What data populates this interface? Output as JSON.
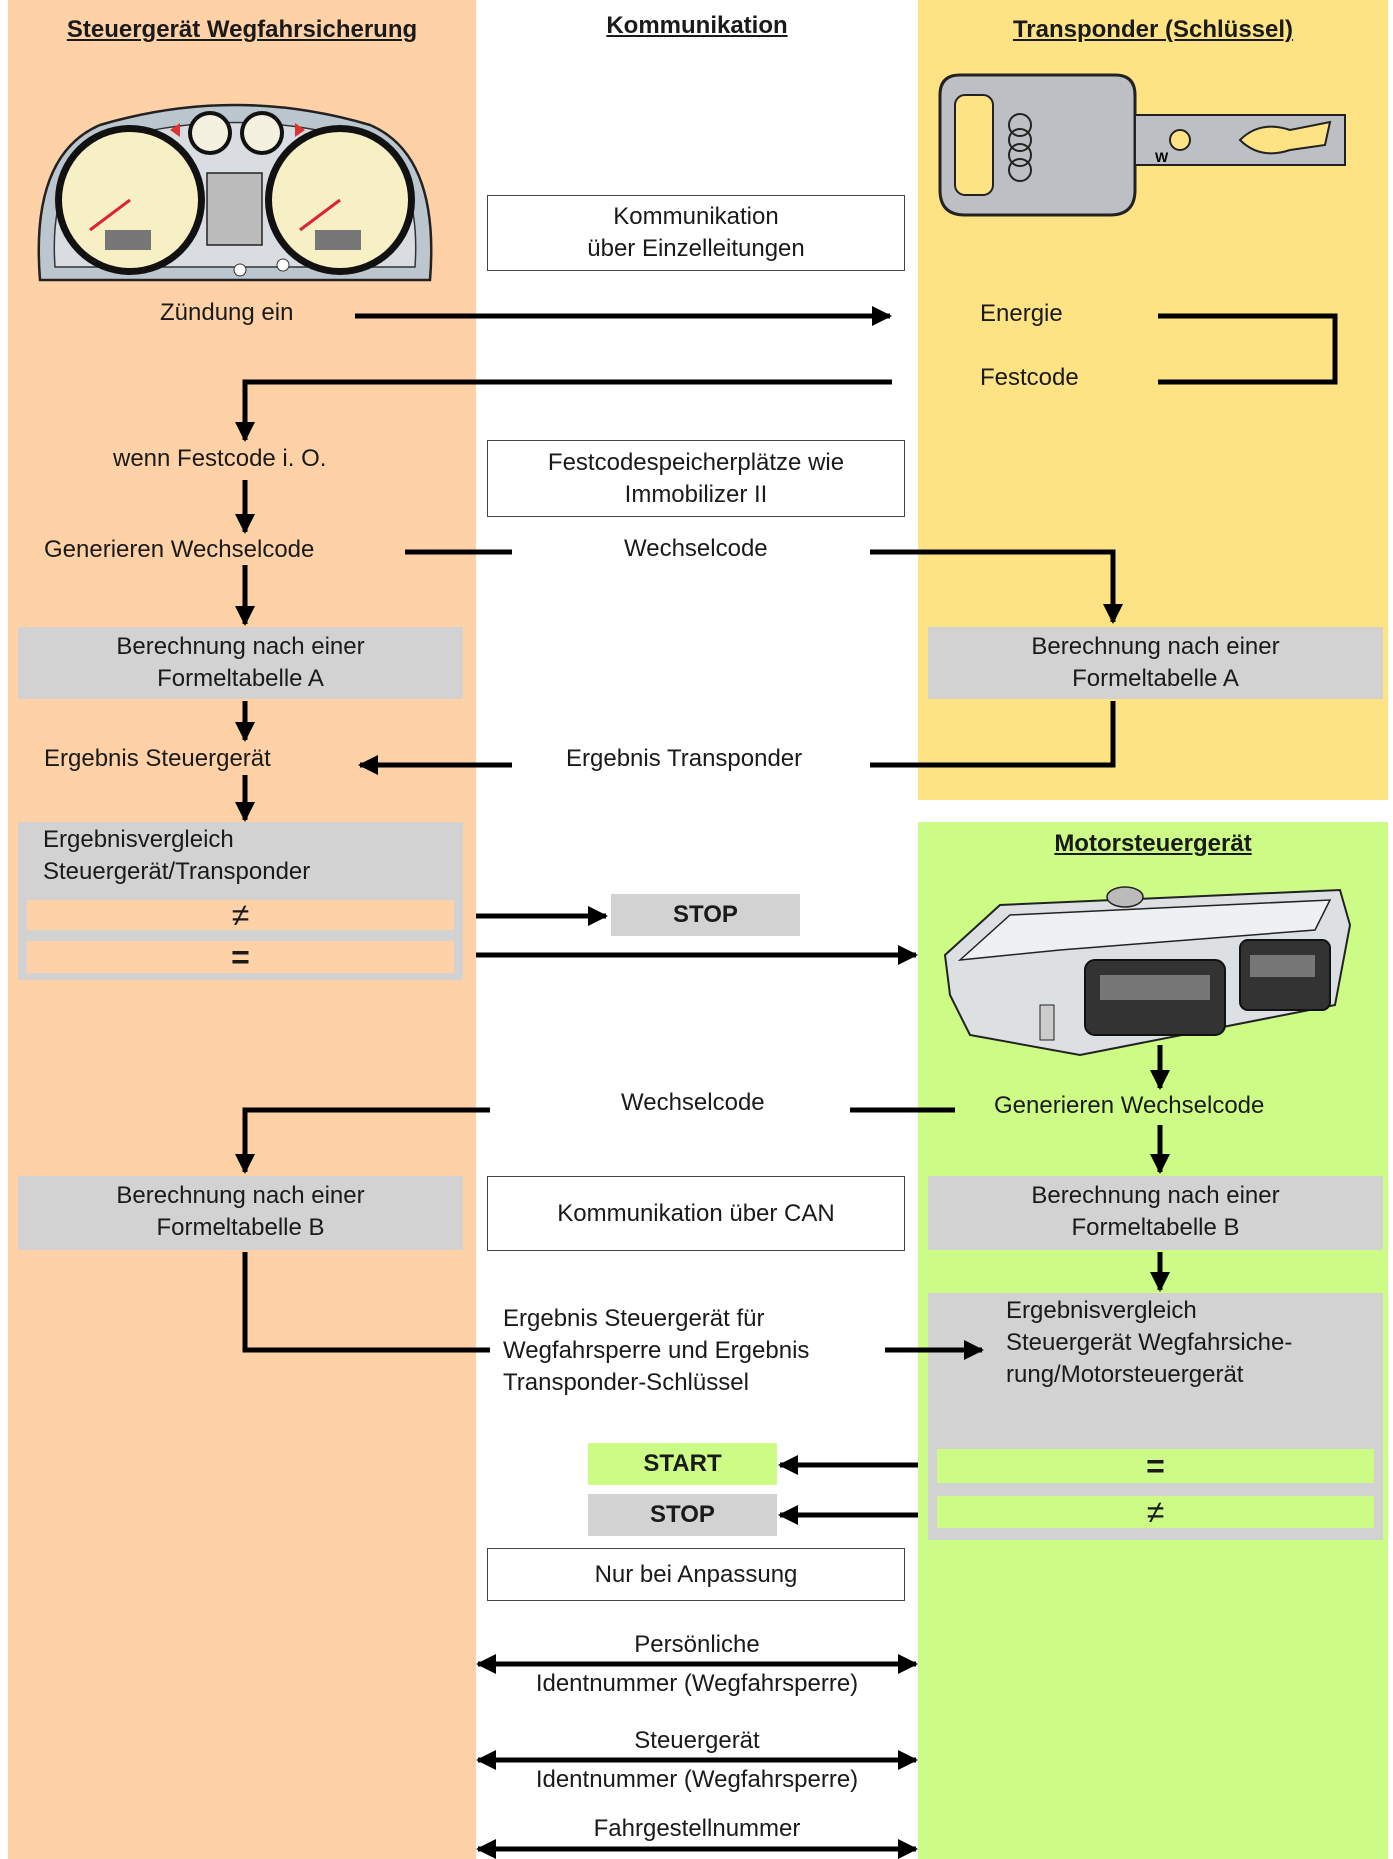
{
  "headings": {
    "left": "Steuergerät Wegfahrsicherung",
    "middle": "Kommunikation",
    "right": "Transponder (Schlüssel)",
    "motor": "Motorsteuergerät"
  },
  "boxes": {
    "einzelleitungen_1": "Kommunikation",
    "einzelleitungen_2": "über Einzelleitungen",
    "festcodespeicher_1": "Festcodespeicherplätze wie",
    "festcodespeicher_2": "Immobilizer II",
    "can": "Kommunikation über CAN",
    "anpassung": "Nur bei Anpassung"
  },
  "labels": {
    "zuendung": "Zündung ein",
    "energie": "Energie",
    "festcode": "Festcode",
    "wenn_festcode": "wenn Festcode i. O.",
    "generieren_left": "Generieren Wechselcode",
    "wechselcode_1": "Wechselcode",
    "ergebnis_steuergeraet": "Ergebnis Steuergerät",
    "ergebnis_transponder": "Ergebnis Transponder",
    "wechselcode_2": "Wechselcode",
    "generieren_right": "Generieren Wechselcode",
    "ergebnis_multi_1": "Ergebnis Steuergerät für",
    "ergebnis_multi_2": "Wegfahrsperre und Ergebnis",
    "ergebnis_multi_3": "Transponder-Schlüssel",
    "persoenliche": "Persönliche",
    "ident_1": "Identnummer (Wegfahrsperre)",
    "steuergeraet": "Steuergerät",
    "ident_2": "Identnummer (Wegfahrsperre)",
    "fahrgestell": "Fahrgestellnummer"
  },
  "gray": {
    "calc_a_left_1": "Berechnung nach einer",
    "calc_a_left_2": "Formeltabelle A",
    "calc_a_right_1": "Berechnung nach einer",
    "calc_a_right_2": "Formeltabelle A",
    "vergleich_1": "Ergebnisvergleich",
    "vergleich_2": "Steuergerät/Transponder",
    "calc_b_left_1": "Berechnung nach einer",
    "calc_b_left_2": "Formeltabelle B",
    "calc_b_right_1": "Berechnung nach einer",
    "calc_b_right_2": "Formeltabelle B",
    "vergleich_motor_1": "Ergebnisvergleich",
    "vergleich_motor_2": "Steuergerät Wegfahrsiche-",
    "vergleich_motor_3": "rung/Motorsteuergerät"
  },
  "symbols": {
    "not_equal": "≠",
    "equal": "=",
    "not_equal_2": "≠",
    "equal_2": "="
  },
  "status": {
    "stop_1": "STOP",
    "start": "START",
    "stop_2": "STOP"
  },
  "colors": {
    "left_bg": "#fed1a6",
    "transponder_bg": "#fee385",
    "motor_bg": "#ccfc85",
    "gray_box": "#d2d2d2"
  }
}
